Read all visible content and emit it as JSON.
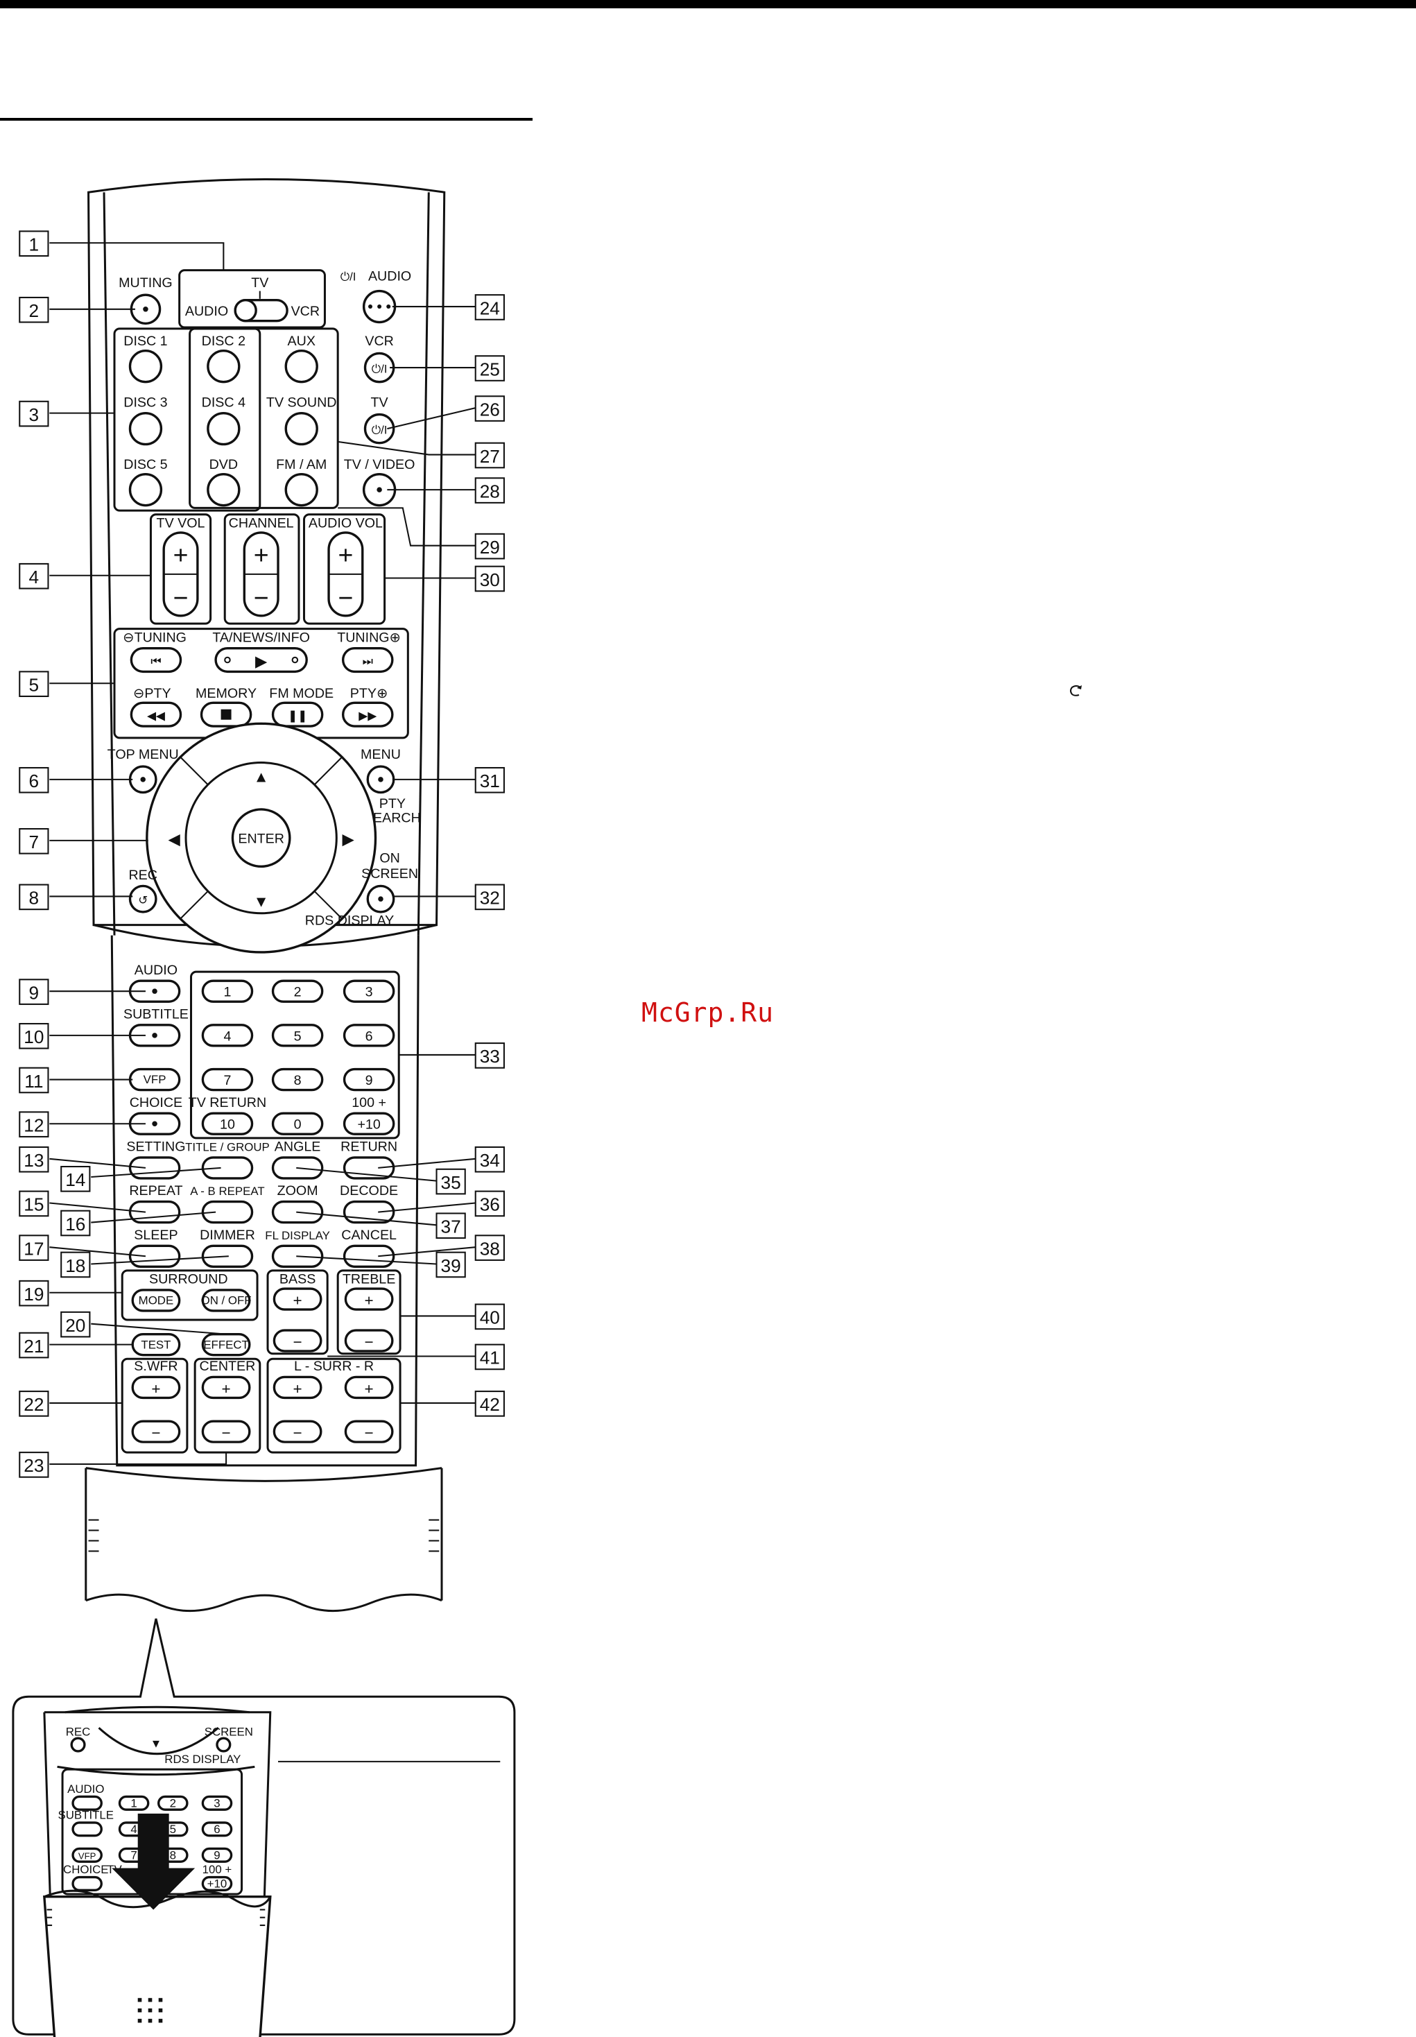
{
  "watermark": "McGrp.Ru",
  "callouts": [
    "1",
    "2",
    "3",
    "4",
    "5",
    "6",
    "7",
    "8",
    "9",
    "10",
    "11",
    "12",
    "13",
    "14",
    "15",
    "16",
    "17",
    "18",
    "19",
    "20",
    "21",
    "22",
    "23",
    "24",
    "25",
    "26",
    "27",
    "28",
    "29",
    "30",
    "31",
    "32",
    "33",
    "34",
    "35",
    "36",
    "37",
    "38",
    "39",
    "40",
    "41",
    "42"
  ],
  "remote": {
    "muting": "MUTING",
    "tv": "TV",
    "audio": "AUDIO",
    "vcr": "VCR",
    "power_audio": "AUDIO",
    "power_symbol": "⏻/I",
    "power_vcr": "VCR",
    "power_tv": "TV",
    "disc1": "DISC 1",
    "disc2": "DISC 2",
    "disc3": "DISC 3",
    "disc4": "DISC 4",
    "disc5": "DISC 5",
    "aux": "AUX",
    "tv_sound": "TV SOUND",
    "dvd": "DVD",
    "fm_am": "FM / AM",
    "tv_video": "TV / VIDEO",
    "tv_vol": "TV VOL",
    "channel": "CHANNEL",
    "audio_vol": "AUDIO VOL",
    "tuning_minus": "⊖TUNING",
    "ta_news_info": "TA/NEWS/INFO",
    "tuning_plus": "TUNING⊕",
    "pty_minus": "⊖PTY",
    "memory": "MEMORY",
    "fm_mode": "FM MODE",
    "pty_plus": "PTY⊕",
    "top_menu": "TOP MENU",
    "menu": "MENU",
    "pty": "PTY",
    "search": "SEARCH",
    "enter": "ENTER",
    "rec": "REC",
    "on": "ON",
    "screen": "SCREEN",
    "rds_display": "RDS DISPLAY",
    "audio_btn": "AUDIO",
    "subtitle": "SUBTITLE",
    "vfp": "VFP",
    "choice": "CHOICE",
    "num1": "1",
    "num2": "2",
    "num3": "3",
    "num4": "4",
    "num5": "5",
    "num6": "6",
    "num7": "7",
    "num8": "8",
    "num9": "9",
    "tv_return": "TV RETURN",
    "num10": "10",
    "num0": "0",
    "hundred_plus": "100 +",
    "plus10": "+10",
    "setting": "SETTING",
    "title_group": "TITLE / GROUP",
    "angle": "ANGLE",
    "return": "RETURN",
    "repeat": "REPEAT",
    "ab_repeat": "A - B REPEAT",
    "zoom": "ZOOM",
    "decode": "DECODE",
    "sleep": "SLEEP",
    "dimmer": "DIMMER",
    "fl_display": "FL DISPLAY",
    "cancel": "CANCEL",
    "surround": "SURROUND",
    "mode": "MODE",
    "on_off": "ON / OFF",
    "effect": "EFFECT",
    "test": "TEST",
    "swfr": "S.WFR",
    "center": "CENTER",
    "bass": "BASS",
    "treble": "TREBLE",
    "l_surr_r": "L - SURR - R"
  },
  "inset": {
    "rec": "REC",
    "screen": "SCREEN",
    "rds_display": "RDS DISPLAY",
    "audio": "AUDIO",
    "subtitle": "SUBTITLE",
    "vfp": "VFP",
    "choice": "CHOICE",
    "tv": "TV",
    "n1": "1",
    "n2": "2",
    "n3": "3",
    "n4": "4",
    "n5": "5",
    "n6": "6",
    "n7": "7",
    "n8": "8",
    "n9": "9",
    "hundred_plus": "100 +",
    "plus10": "+10"
  }
}
